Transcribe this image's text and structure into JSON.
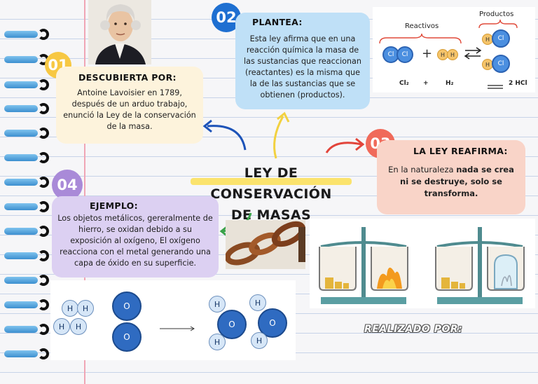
{
  "title": {
    "line1": "LEY DE CONSERVACIÓN",
    "line2": "DE MASAS"
  },
  "section01": {
    "number": "01",
    "heading": "DESCUBIERTA POR:",
    "body": "Antoine Lavoisier  en 1789, después de un arduo trabajo, enunció la Ley de la conservación de la masa."
  },
  "section02": {
    "number": "02",
    "heading": "PLANTEA:",
    "body": "Esta ley afirma que en una reacción química la masa de las sustancias que reaccionan (reactantes) es la misma que la de las sustancias que se obtienen (productos)."
  },
  "section03": {
    "number": "03",
    "heading": "LA LEY REAFIRMA:",
    "body_plain": "En la naturaleza ",
    "body_bold": "nada se crea ni se destruye, solo se transforma."
  },
  "section04": {
    "number": "04",
    "heading": "EJEMPLO:",
    "body": "Los objetos metálicos, gereralmente de hierro, se oxidan debido a su exposición al oxígeno, El oxígeno reacciona con el metal generando una capa de óxido en su superficie."
  },
  "reaction": {
    "reactants_label": "Reactivos",
    "products_label": "Productos",
    "cl": "Cl",
    "h": "H",
    "plus": "+",
    "eq_cl2": "Cl₂",
    "eq_plus": "+",
    "eq_h2": "H₂",
    "eq_product": "2 HCl"
  },
  "molecules": {
    "h": "H",
    "o": "O"
  },
  "footer": {
    "made_by": "REALIZADO POR:"
  },
  "colors": {
    "num01": "#f7c843",
    "num02": "#1e6fd1",
    "num03": "#f06a5a",
    "num04": "#a98ad8",
    "card01": "#fdf3dc",
    "card02": "#bfe0f7",
    "card03": "#f9d4c8",
    "card04": "#dcd0f2"
  }
}
